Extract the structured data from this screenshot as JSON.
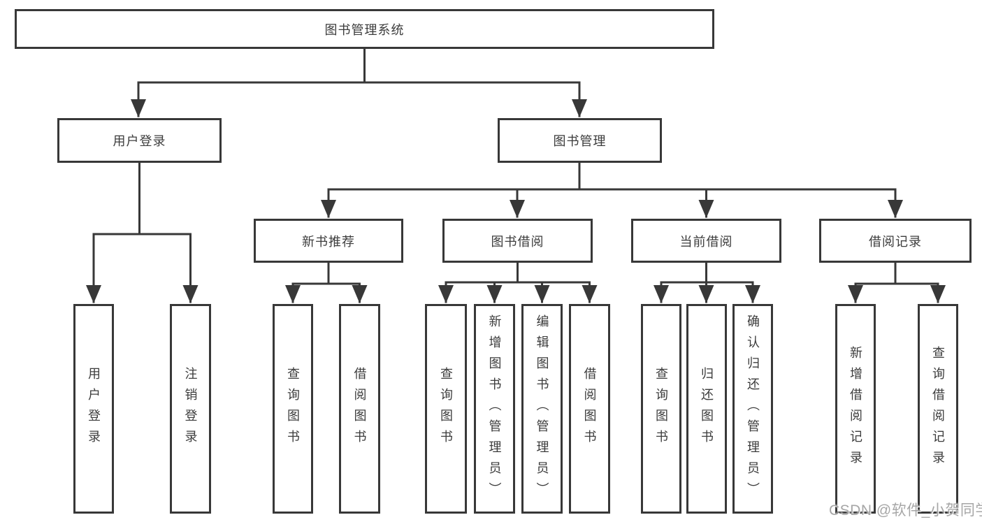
{
  "nodes": {
    "root": {
      "label": "图书管理系统"
    },
    "user_login": {
      "label": "用户登录"
    },
    "book_mgmt": {
      "label": "图书管理"
    },
    "new_book_rec": {
      "label": "新书推荐"
    },
    "book_borrow": {
      "label": "图书借阅"
    },
    "current_borrow": {
      "label": "当前借阅"
    },
    "borrow_record": {
      "label": "借阅记录"
    }
  },
  "leaves": [
    {
      "label": "用户登录"
    },
    {
      "label": "注销登录"
    },
    {
      "label": "查询图书"
    },
    {
      "label": "借阅图书"
    },
    {
      "label": "查询图书"
    },
    {
      "label": "新增图书（管理员）"
    },
    {
      "label": "编辑图书（管理员）"
    },
    {
      "label": "借阅图书"
    },
    {
      "label": "查询图书"
    },
    {
      "label": "归还图书"
    },
    {
      "label": "确认归还（管理员）"
    },
    {
      "label": "新增借阅记录"
    },
    {
      "label": "查询借阅记录"
    }
  ],
  "watermark": {
    "text": "CSDN @软件_小贺同学"
  },
  "colors": {
    "line": "#383838",
    "text": "#3c3c3c",
    "watermark": "#969696",
    "background": "#ffffff"
  }
}
